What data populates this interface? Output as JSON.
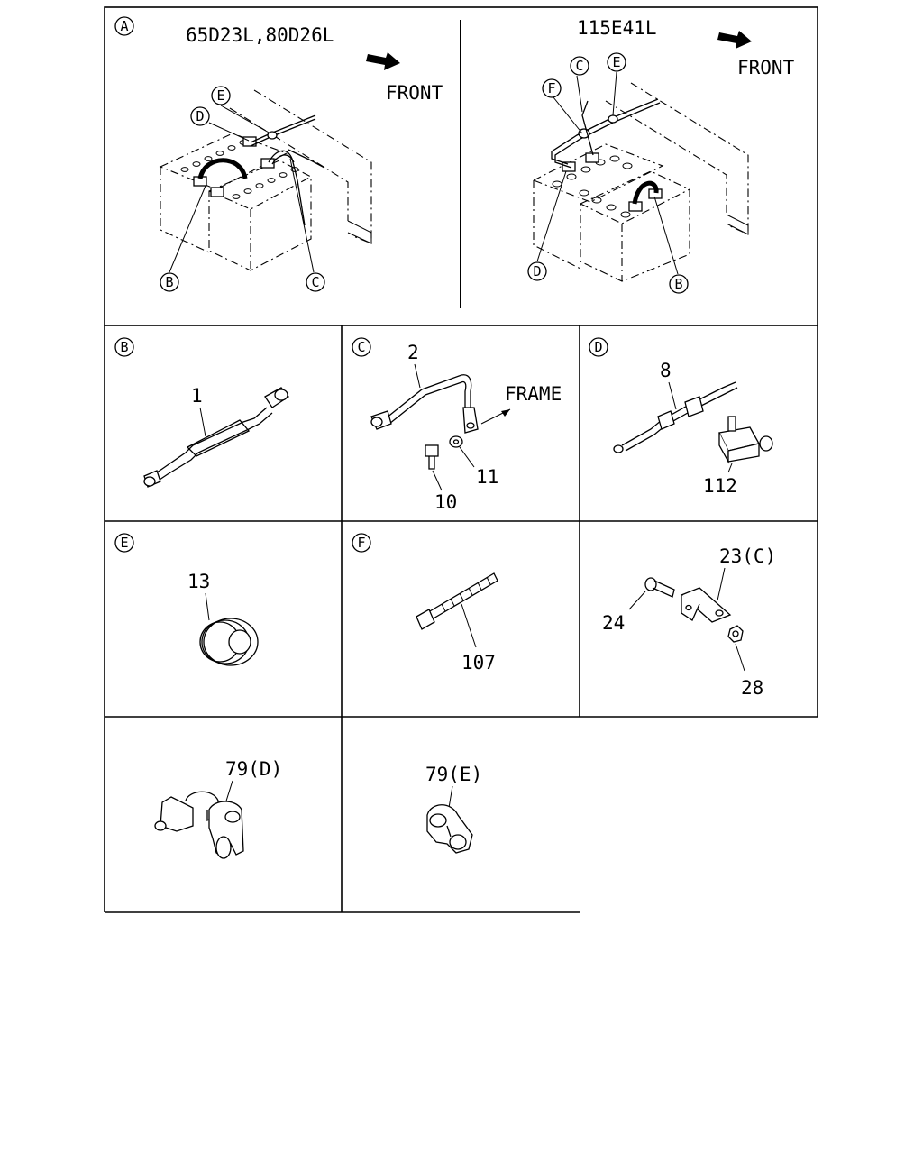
{
  "panel_a": {
    "marker": "A",
    "left_title": "65D23L,80D26L",
    "right_title": "115E41L",
    "front_label": "FRONT",
    "left_callouts": [
      "E",
      "D",
      "B",
      "C"
    ],
    "right_callouts": [
      "C",
      "E",
      "F",
      "D",
      "B"
    ]
  },
  "panel_b": {
    "marker": "B",
    "parts": [
      "1"
    ]
  },
  "panel_c": {
    "marker": "C",
    "parts": [
      "2",
      "10",
      "11"
    ],
    "frame_label": "FRAME"
  },
  "panel_d": {
    "marker": "D",
    "parts": [
      "8",
      "112"
    ]
  },
  "panel_e": {
    "marker": "E",
    "parts": [
      "13"
    ]
  },
  "panel_f": {
    "marker": "F",
    "parts": [
      "107"
    ]
  },
  "panel_g": {
    "parts": [
      "23(C)",
      "24",
      "28"
    ]
  },
  "panel_h": {
    "parts": [
      "79(D)"
    ]
  },
  "panel_i": {
    "parts": [
      "79(E)"
    ]
  }
}
